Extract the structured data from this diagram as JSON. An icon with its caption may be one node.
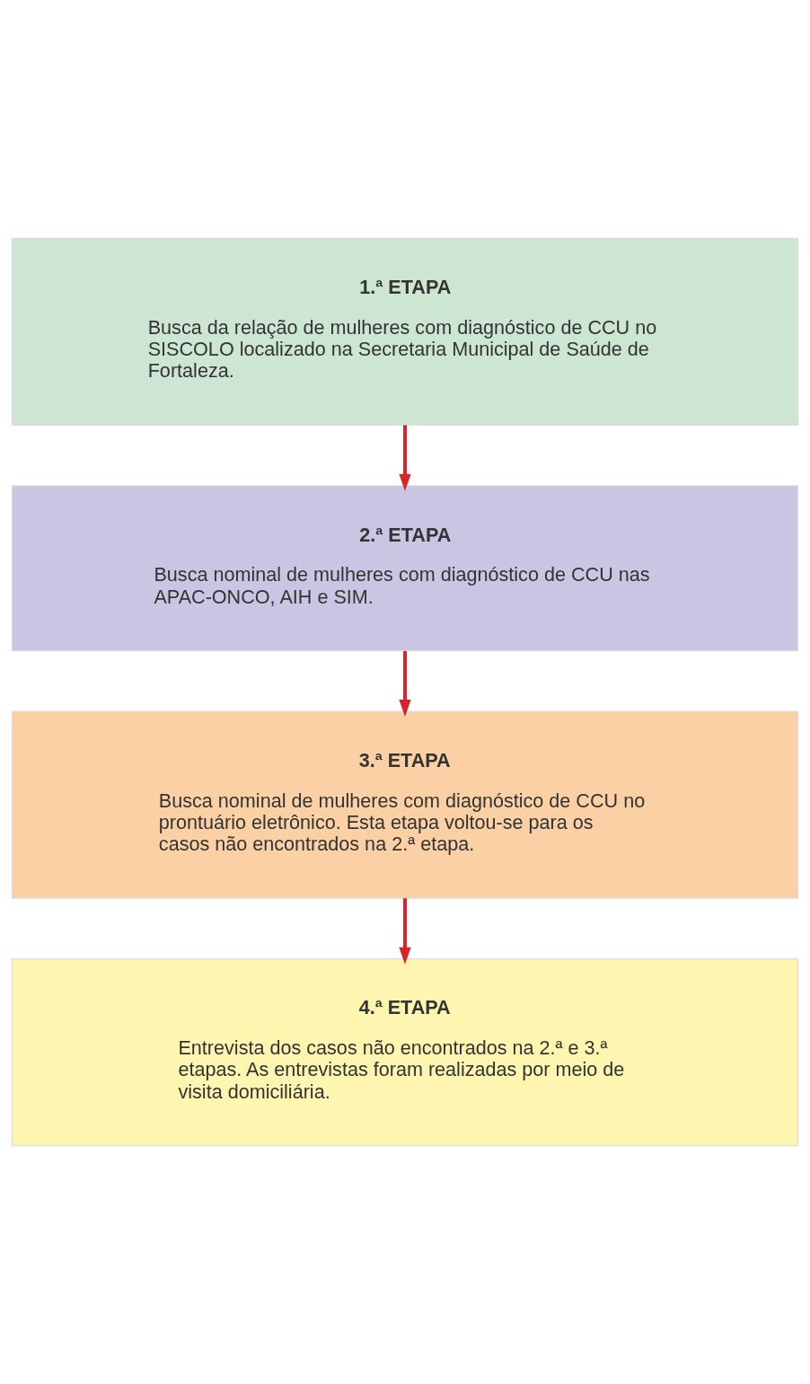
{
  "diagram": {
    "nodes": [
      {
        "text": [
          "1.ª ETAPA",
          "Busca da relação de mulheres com diagnóstico de CCU no SISCOLO localizado na Secretaria Municipal de Saúde de Fortaleza."
        ]
      },
      {
        "text": [
          "2.ª ETAPA",
          "Busca nominal de mulheres com diagnóstico de CCU nas APAC-ONCO, AIH e SIM."
        ]
      },
      {
        "text": [
          "3.ª ETAPA",
          "Busca nominal de mulheres com diagnóstico de CCU no prontuário eletrônico. Esta etapa voltou-se para os casos não encontrados na 2.ª etapa."
        ]
      },
      {
        "text": [
          "4.ª ETAPA",
          "Entrevista dos casos não encontrados na 2.ª e 3.ª etapas. As entrevistas foram realizadas por meio de visita domiciliária."
        ]
      }
    ],
    "edges": [
      {
        "from": 0,
        "to": 1,
        "arrow": "to"
      },
      {
        "from": 1,
        "to": 2,
        "arrow": "to"
      },
      {
        "from": 2,
        "to": 3,
        "arrow": "to"
      }
    ]
  }
}
